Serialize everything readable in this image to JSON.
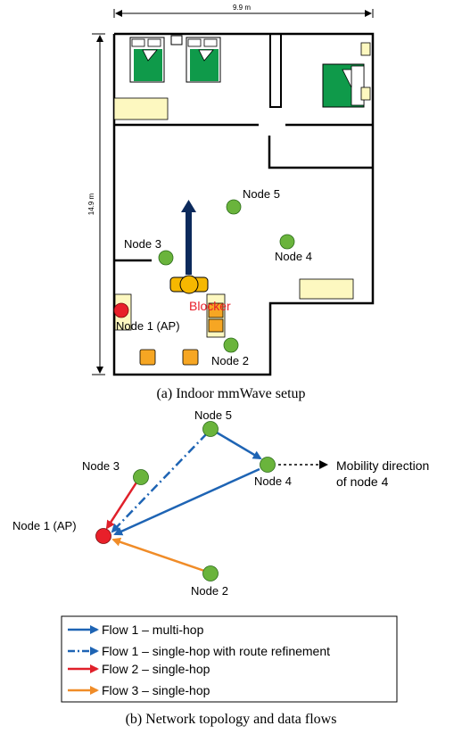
{
  "floorplan": {
    "width_label": "9.9 m",
    "height_label": "14.9 m",
    "blocker_label": "Blocker",
    "nodes": {
      "n1": "Node 1 (AP)",
      "n2": "Node 2",
      "n3": "Node 3",
      "n4": "Node 4",
      "n5": "Node 5"
    },
    "caption": "(a) Indoor mmWave setup"
  },
  "topology": {
    "nodes": {
      "n1": "Node 1 (AP)",
      "n2": "Node 2",
      "n3": "Node 3",
      "n4": "Node 4",
      "n5": "Node 5"
    },
    "mobility_line1": "Mobility direction",
    "mobility_line2": "of node 4",
    "caption": "(b) Network topology and data flows"
  },
  "legend": {
    "flow1_multi": "Flow 1 – multi-hop",
    "flow1_single": "Flow 1 – single-hop with route refinement",
    "flow2": "Flow 2 – single-hop",
    "flow3": "Flow 3 – single-hop"
  },
  "colors": {
    "node_green": "#6ab43c",
    "ap_red": "#e8202a",
    "flow1_blue": "#1e64b4",
    "flow2_red": "#e0202a",
    "flow3_orange": "#f08c28",
    "blocker_arrow": "#0c2a5c",
    "furniture_yellow": "#fdf8c0",
    "chair_orange": "#f6a623",
    "bed_green": "#0f9a4a"
  }
}
